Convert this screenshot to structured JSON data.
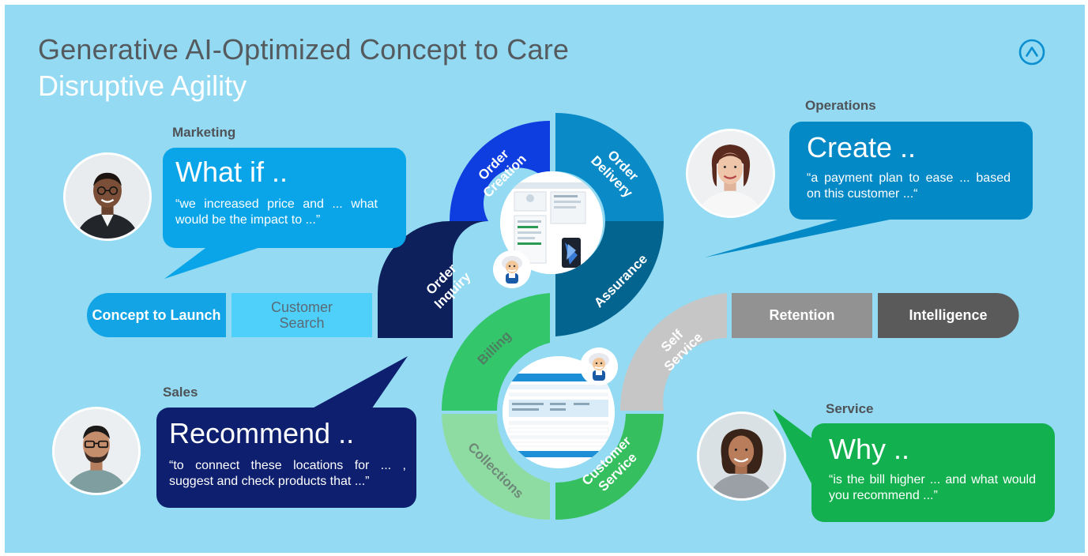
{
  "title": "Generative AI-Optimized Concept to Care",
  "subtitle": "Disruptive Agility",
  "logo": {
    "icon": "caret-up-circle-icon"
  },
  "personas": {
    "marketing": {
      "role": "Marketing",
      "head": "What if ..",
      "body": "“we increased price and ... what would be the impact to ...”",
      "avatar": "person-photo-icon"
    },
    "operations": {
      "role": "Operations",
      "head": "Create ..",
      "body": "“a payment plan to ease ... based on this customer ...“",
      "avatar": "person-photo-icon"
    },
    "sales": {
      "role": "Sales",
      "head": "Recommend ..",
      "body": "“to connect these locations for ... , suggest and check products that ...”",
      "avatar": "person-photo-icon"
    },
    "service": {
      "role": "Service",
      "head": "Why ..",
      "body": "“is the bill higher ... and what would you recommend ...”",
      "avatar": "person-photo-icon"
    }
  },
  "flow": {
    "concept_to_launch": "Concept to Launch",
    "customer_search": "Customer Search",
    "order_inquiry": "Order Inquiry",
    "order_creation": "Order Creation",
    "order_delivery": "Order Delivery",
    "assurance": "Assurance",
    "billing": "Billing",
    "collections": "Collections",
    "customer_service": "Customer Service",
    "self_service": "Self Service",
    "retention": "Retention",
    "intelligence": "Intelligence"
  },
  "colors": {
    "background": "#93daf2",
    "title": "#555a5e",
    "marketing_bubble": "#0aa5e8",
    "operations_bubble": "#0389c6",
    "sales_bubble": "#0d1f6e",
    "service_bubble": "#12b04e",
    "concept_to_launch": "#13a4e6",
    "customer_search": "#4fd0fb",
    "order_inquiry": "#0d205c",
    "order_creation": "#0f3ee0",
    "order_delivery": "#0a8bc8",
    "assurance": "#03648f",
    "billing": "#33c66b",
    "collections": "#8fdca3",
    "customer_service": "#35bf5e",
    "self_service": "#c6c6c6",
    "retention": "#929292",
    "intelligence": "#5a5a5a"
  },
  "icons": {
    "upper_screenshot": "crm-screen-icon",
    "lower_screenshot": "billing-table-icon",
    "mascot": "einstein-mascot-icon"
  }
}
